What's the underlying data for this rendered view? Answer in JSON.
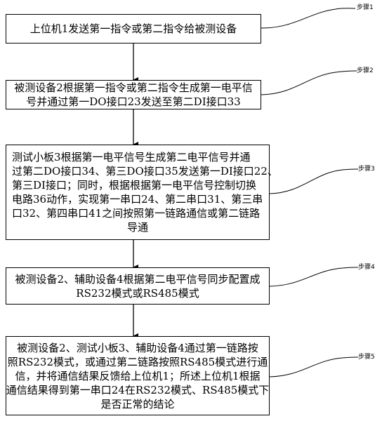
{
  "steps": [
    {
      "label": "步骤1",
      "lines": [
        "上位机1发送第一指令或第二指令给被测设备"
      ]
    },
    {
      "label": "步骤2",
      "lines": [
        "被测设备2根据第一指令或第二指令生成第一电平信",
        "号并通过第一DO接口23发送至第二DI接口33"
      ]
    },
    {
      "label": "步骤3",
      "lines": [
        "测试小板3根据第一电平信号生成第二电平信号并通",
        "过第二DO接口34、第三DO接口35发送第一DI接口22、",
        "第三DI接口；同时，根据根据第一电平信号控制切换",
        "电路36动作，实现第一串口24、第二串口31、第三串",
        "口32、第四串口41之间按照第一链路通信或第二链路",
        "导通"
      ]
    },
    {
      "label": "步骤4",
      "lines": [
        "被测设备2、辅助设备4根据第二电平信号同步配置成",
        "RS232模式或RS485模式"
      ]
    },
    {
      "label": "步骤5",
      "lines": [
        "被测设备2、测试小板3、辅助设备4通过第一链路按",
        "照RS232模式，或通过第二链路按照RS485模式进行通",
        "信，并将通信结果反馈给上位机1；所述上位机1根据",
        "通信结果得到第一串口24在RS232模式、RS485模式下",
        "是否正常的结论"
      ]
    }
  ]
}
